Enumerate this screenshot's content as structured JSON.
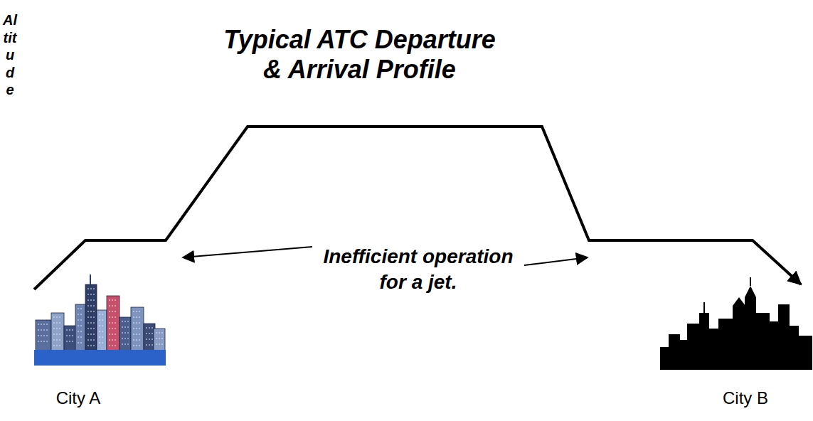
{
  "diagram": {
    "title": "Typical ATC Departure & Arrival Profile",
    "labels": [
      "Altitude",
      "Inefficient operation for a jet.",
      "City A",
      "City B"
    ]
  }
}
